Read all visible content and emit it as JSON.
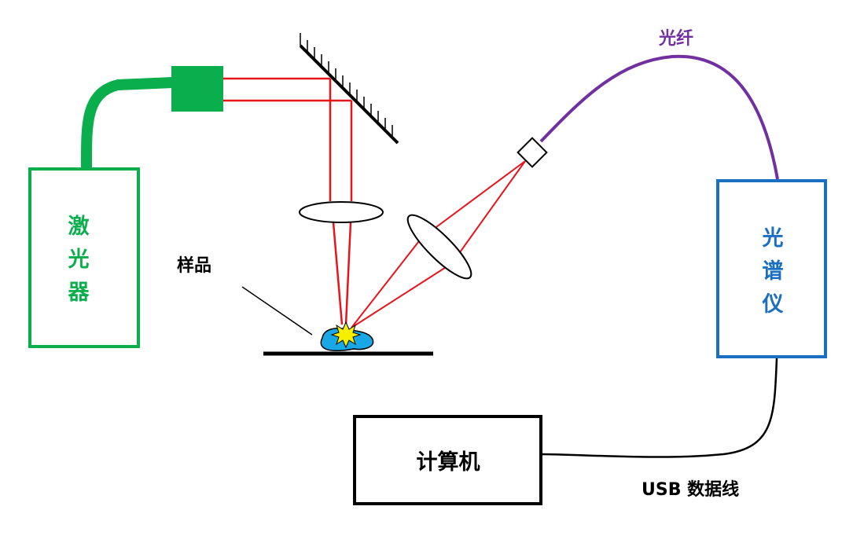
{
  "colors": {
    "laser_green": "#0aae4c",
    "beam_red": "#e8141c",
    "fiber_purple": "#7030a0",
    "spectrometer_blue": "#1a6fc0",
    "sample_blue": "#1aa7e6",
    "spark_yellow": "#f6f000",
    "black": "#000000"
  },
  "labels": {
    "laser": [
      "激",
      "光",
      "器"
    ],
    "spectrometer": [
      "光",
      "谱",
      "仪"
    ],
    "fiber": "光纤",
    "sample": "样品",
    "computer": "计算机",
    "usb_cable": "USB 数据线"
  }
}
